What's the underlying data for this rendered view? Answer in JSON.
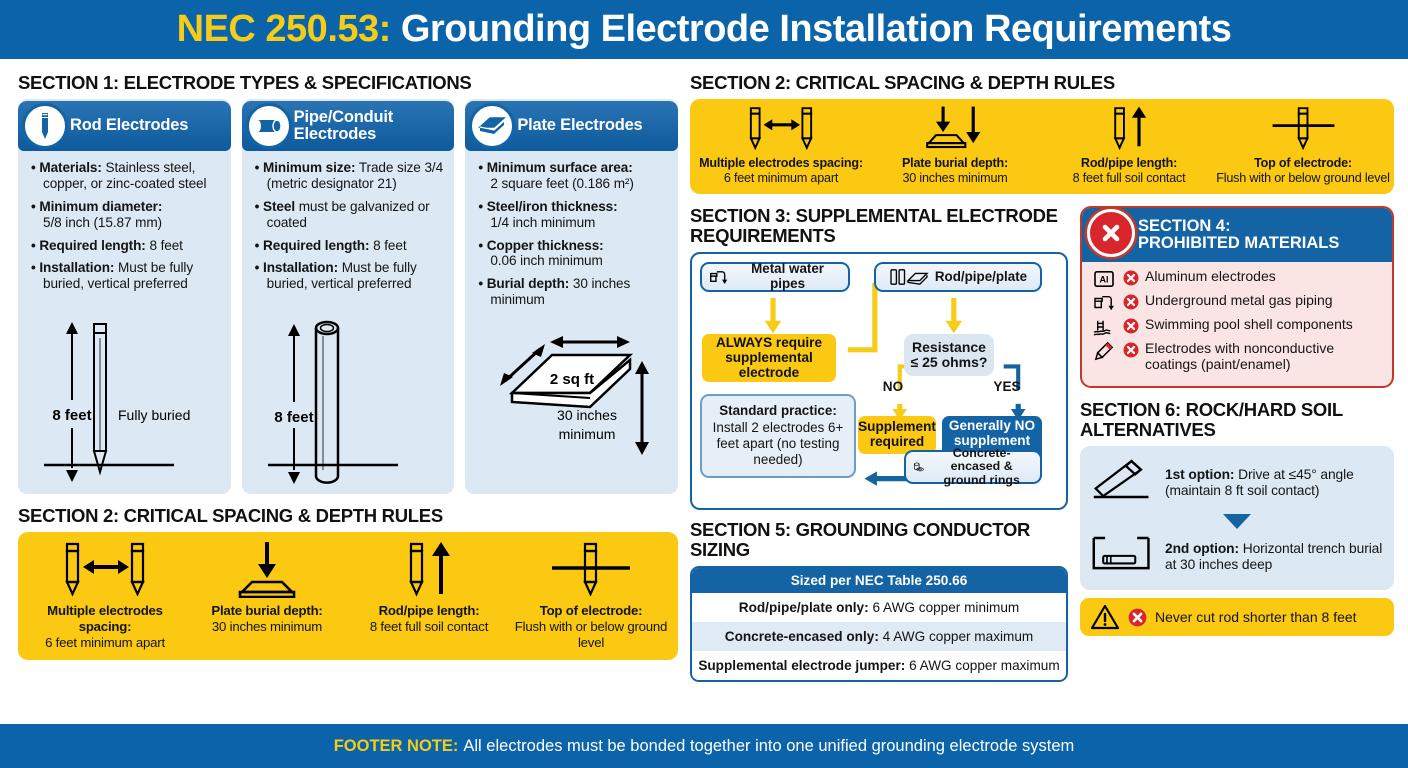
{
  "header": {
    "accent": "NEC 250.53:",
    "title": "Grounding Electrode Installation Requirements"
  },
  "colors": {
    "header_blue": "#0b63a9",
    "accent_yellow": "#f5cc18",
    "bar_yellow": "#fbc911",
    "card_blue": "#1463a5",
    "card_body": "#dce9f4",
    "prohibited_red": "#c0392b",
    "prohibited_body": "#fbe4e4"
  },
  "section1": {
    "heading": "SECTION 1: ELECTRODE TYPES & SPECIFICATIONS",
    "cards": [
      {
        "icon": "rod-electrode-icon",
        "title": "Rod Electrodes",
        "bullets": [
          {
            "label": "Materials:",
            "text": "Stainless steel, copper, or zinc-coated steel"
          },
          {
            "label": "Minimum diameter:",
            "text": "5/8 inch (15.87 mm)"
          },
          {
            "label": "Required length:",
            "text": "8 feet"
          },
          {
            "label": "Installation:",
            "text": "Must be fully buried, vertical preferred"
          }
        ],
        "figure": {
          "length_label": "8 feet",
          "note_label": "Fully buried"
        }
      },
      {
        "icon": "pipe-conduit-icon",
        "title": "Pipe/Conduit Electrodes",
        "bullets": [
          {
            "label": "Minimum size:",
            "text": "Trade size 3/4 (metric designator 21)"
          },
          {
            "label": "Steel",
            "text": "must be galvanized or coated"
          },
          {
            "label": "Required length:",
            "text": "8 feet"
          },
          {
            "label": "Installation:",
            "text": "Must be fully buried, vertical preferred"
          }
        ],
        "figure": {
          "length_label": "8 feet",
          "note_label": ""
        }
      },
      {
        "icon": "plate-electrode-icon",
        "title": "Plate Electrodes",
        "bullets": [
          {
            "label": "Minimum surface area:",
            "text": "2 square feet (0.186 m²)"
          },
          {
            "label": "Steel/iron thickness:",
            "text": "1/4 inch minimum"
          },
          {
            "label": "Copper thickness:",
            "text": "0.06 inch minimum"
          },
          {
            "label": "Burial depth:",
            "text": "30 inches minimum"
          }
        ],
        "figure": {
          "area_label": "2 sq ft",
          "depth_label": "30 inches minimum"
        }
      }
    ]
  },
  "section2": {
    "heading": "SECTION 2: CRITICAL SPACING & DEPTH RULES",
    "cells": [
      {
        "icon": "two-rods-spacing-icon",
        "label": "Multiple electrodes spacing:",
        "value": "6 feet minimum apart"
      },
      {
        "icon": "plate-burial-depth-icon",
        "label": "Plate burial depth:",
        "value": "30 inches minimum"
      },
      {
        "icon": "rod-length-icon",
        "label": "Rod/pipe length:",
        "value": "8 feet full soil contact"
      },
      {
        "icon": "rod-flush-ground-icon",
        "label": "Top of electrode:",
        "value": "Flush with or below ground level"
      }
    ],
    "cells_bottom": [
      {
        "icon": "two-rods-spacing-icon",
        "label": "Multiple electrodes spacing:",
        "value": "6 feet minimum apart"
      },
      {
        "icon": "plate-burial-depth-icon",
        "label": "Plate burial depth:",
        "value": "30 inches minimum"
      },
      {
        "icon": "rod-length-icon",
        "label": "Rod/pipe length:",
        "value": "8 feet full soil contact"
      },
      {
        "icon": "rod-flush-ground-icon",
        "label": "Top of electrode:",
        "value": "Flush with or below ground level"
      }
    ]
  },
  "section3": {
    "heading": "SECTION 3: SUPPLEMENTAL ELECTRODE REQUIREMENTS",
    "nodes": {
      "water_pipes": "Metal water pipes",
      "rod_pipe_plate": "Rod/pipe/plate",
      "always_require": "ALWAYS require supplemental electrode",
      "resistance": "Resistance ≤ 25 ohms?",
      "no_label": "NO",
      "yes_label": "YES",
      "supplement_required": "Supplement required",
      "no_supplement": "Generally NO supplement needed",
      "concrete_encased": "Concrete-encased & ground rings",
      "standard_practice_label": "Standard practice:",
      "standard_practice_lines": "Install 2 electrodes 6+ feet apart (no testing needed)"
    }
  },
  "section4": {
    "title_line1": "SECTION 4:",
    "title_line2": "PROHIBITED MATERIALS",
    "items": [
      {
        "icon": "aluminum-icon",
        "text": "Aluminum electrodes"
      },
      {
        "icon": "gas-piping-icon",
        "text": "Underground metal gas piping"
      },
      {
        "icon": "swimming-pool-icon",
        "text": "Swimming pool shell components"
      },
      {
        "icon": "painted-rod-icon",
        "text": "Electrodes with nonconductive coatings (paint/enamel)"
      }
    ]
  },
  "section5": {
    "heading": "SECTION 5: GROUNDING CONDUCTOR SIZING",
    "table_header": "Sized per NEC Table 250.66",
    "rows": [
      {
        "label": "Rod/pipe/plate only:",
        "value": "6 AWG copper minimum"
      },
      {
        "label": "Concrete-encased only:",
        "value": "4 AWG copper maximum"
      },
      {
        "label": "Supplemental electrode jumper:",
        "value": "6 AWG copper maximum"
      }
    ]
  },
  "section6": {
    "heading": "SECTION 6: ROCK/HARD SOIL ALTERNATIVES",
    "options": [
      {
        "icon": "angled-rod-icon",
        "label": "1st option:",
        "text": "Drive at ≤45° angle (maintain 8 ft soil contact)"
      },
      {
        "icon": "trench-rod-icon",
        "label": "2nd option:",
        "text": "Horizontal trench burial at 30 inches deep"
      }
    ],
    "warning": "Never cut rod shorter than 8 feet"
  },
  "footer": {
    "label": "FOOTER NOTE:",
    "text": "All electrodes must be bonded together into one unified grounding electrode system"
  }
}
